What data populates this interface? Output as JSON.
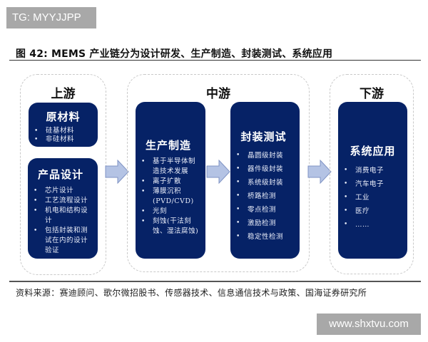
{
  "watermark_top": "TG: MYYJJPP",
  "figure_title": "图 42:  MEMS 产业链分为设计研发、生产制造、封装测试、系统应用",
  "stages": {
    "upstream": {
      "label": "上游",
      "cards": [
        {
          "title": "原材料",
          "items": [
            "硅基材料",
            "非硅材料"
          ]
        },
        {
          "title": "产品设计",
          "items": [
            "芯片设计",
            "工艺流程设计",
            "机电和结构设计",
            "包括封装和测试在内的设计验证"
          ]
        }
      ]
    },
    "midstream": {
      "label": "中游",
      "cards": [
        {
          "title": "生产制造",
          "items": [
            "基于半导体制造技术发展",
            "离子扩散",
            "薄膜沉积(PVD/CVD)",
            "光刻",
            "刻蚀(干法刻蚀、湿法腐蚀)"
          ]
        },
        {
          "title": "封装测试",
          "items": [
            "晶圆级封装",
            "器件级封装",
            "系统级封装",
            "桥路检测",
            "零点检测",
            "激励检测",
            "稳定性检测"
          ]
        }
      ]
    },
    "downstream": {
      "label": "下游",
      "cards": [
        {
          "title": "系统应用",
          "items": [
            "消费电子",
            "汽车电子",
            "工业",
            "医疗",
            "……"
          ]
        }
      ]
    }
  },
  "source": "资料来源：赛迪顾问、歌尔微招股书、传感器技术、信息通信技术与政策、国海证券研究所",
  "watermark_bottom": "www.shxtvu.com",
  "colors": {
    "card_bg": "#062266",
    "arrow_fill": "#b4c3e4",
    "arrow_stroke": "#7f93c4",
    "dashed_border": "#c9c9c9",
    "watermark_bg": "#a8a8a8"
  }
}
